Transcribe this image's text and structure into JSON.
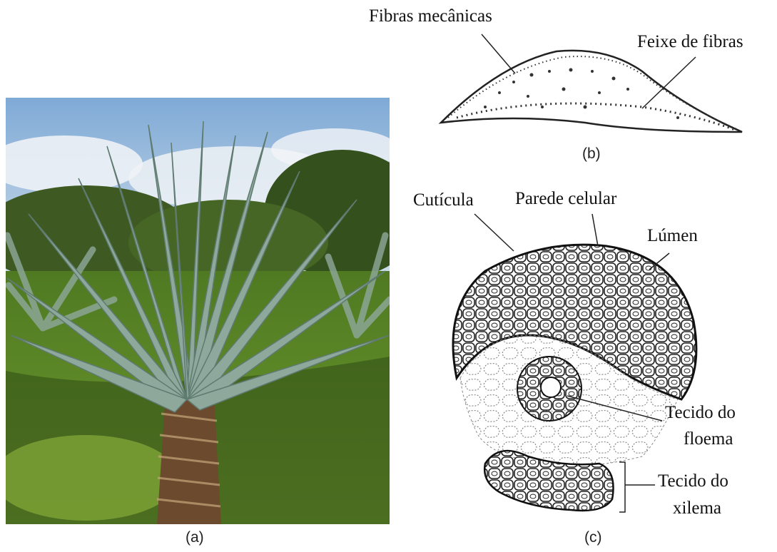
{
  "panel_a": {
    "caption": "(a)",
    "photo_subject": "sisal-agave-plant"
  },
  "panel_b": {
    "caption": "(b)",
    "labels": {
      "fibras_mecanicas": "Fibras mecânicas",
      "feixe_de_fibras": "Feixe de fibras"
    }
  },
  "panel_c": {
    "caption": "(c)",
    "labels": {
      "cuticula": "Cutícula",
      "parede_celular": "Parede celular",
      "lumen": "Lúmen",
      "floema_line1": "Tecido do",
      "floema_line2": "floema",
      "xilema_line1": "Tecido do",
      "xilema_line2": "xilema"
    }
  },
  "colors": {
    "sky": "#8fb6dc",
    "cloud": "#eef2f6",
    "leaf": "#8fa89c",
    "leaf_dark": "#5f7a70",
    "trunk": "#6b4a2e",
    "grass": "#5f8a2a",
    "foliage": "#3e5a22",
    "ink": "#222222"
  }
}
